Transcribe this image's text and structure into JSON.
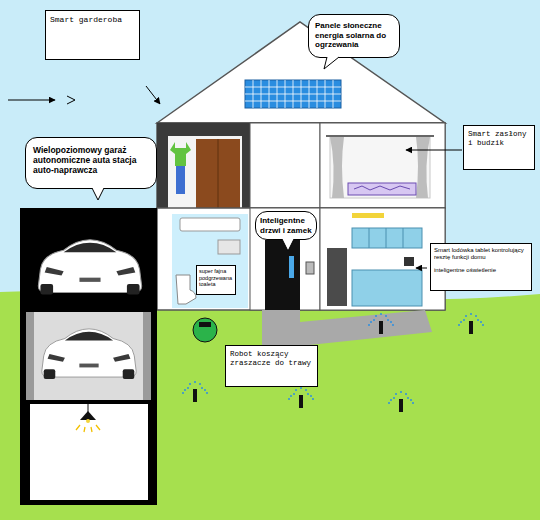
{
  "diagram": {
    "nodes": [
      {
        "text": [
          "Smart garderoba"
        ]
      },
      {
        "text": [
          "Panele słoneczne energia solarna do ogrzewania"
        ]
      },
      {
        "text": [
          "Smart zasłony i budzik"
        ]
      },
      {
        "text": [
          "Wielopoziomowy garaż autonomiczne auta stacja auto-naprawcza"
        ]
      },
      {
        "text": [
          "Inteligentne drzwi i zamek"
        ]
      },
      {
        "text": [
          "super fajna podgrzewana toaleta"
        ]
      },
      {
        "text": [
          "Smart lodówka tablet kontrolujący resztę funkcji domu",
          "inteligentne oświetlenie"
        ]
      },
      {
        "text": [
          "Robot koszący zraszacze do trawy"
        ]
      }
    ]
  }
}
